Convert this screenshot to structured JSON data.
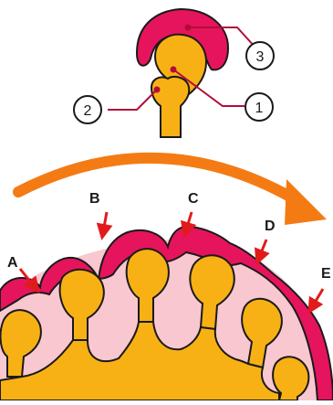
{
  "diagram": {
    "callout_numbers": [
      "1",
      "2",
      "3"
    ],
    "letters": [
      "A",
      "B",
      "C",
      "D",
      "E"
    ]
  },
  "colors": {
    "magenta": "#e6145c",
    "orange_yellow": "#f8b114",
    "pink_tissue": "#f9c7cf",
    "arrow_orange": "#f47b14",
    "red_arrow": "#e11b1b",
    "outline": "#1a1a1a",
    "callout_line": "#b20d3a"
  },
  "icons": {
    "detail": "single-bud-icon",
    "flow": "curved-arrow-icon",
    "pointer": "red-arrow-icon"
  }
}
